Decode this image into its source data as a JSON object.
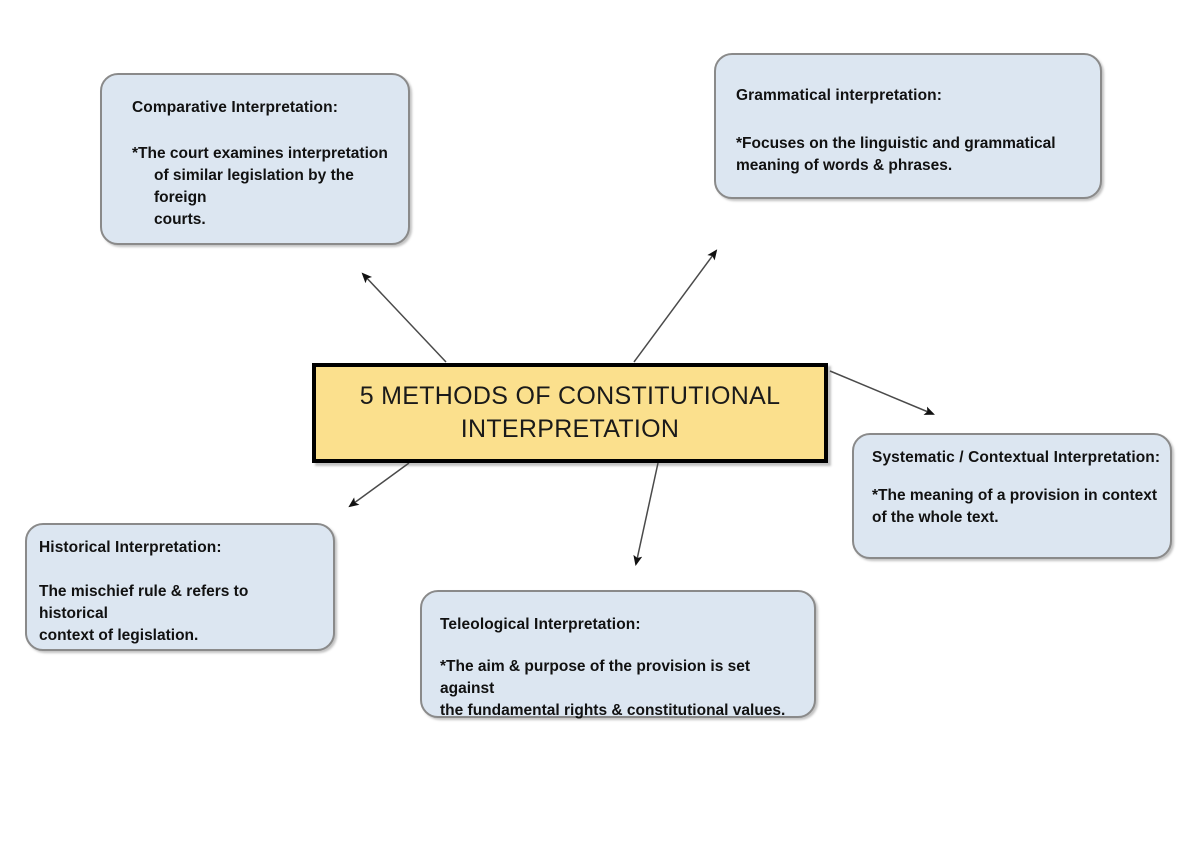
{
  "diagram": {
    "title": "5 METHODS OF CONSTITUTIONAL INTERPRETATION",
    "center": {
      "label": "5 METHODS OF CONSTITUTIONAL INTERPRETATION",
      "fill_color": "#fbe08d",
      "border_color": "#000000"
    },
    "node_fill_color": "#dce6f1",
    "node_border_color": "#8a8a8a",
    "arrow_color": "#3b3b3b",
    "nodes": [
      {
        "id": "comparative",
        "title": "Comparative Interpretation:",
        "body_line1": "*The court examines interpretation",
        "body_line2": "of similar legislation by the foreign",
        "body_line3": "courts."
      },
      {
        "id": "grammatical",
        "title": "Grammatical interpretation:",
        "body_line1": "*Focuses on the linguistic and grammatical",
        "body_line2": "meaning of words & phrases."
      },
      {
        "id": "systematic",
        "title": "Systematic / Contextual Interpretation:",
        "body_line1": "*The meaning of a provision in context",
        "body_line2": "of the whole text."
      },
      {
        "id": "historical",
        "title": "Historical Interpretation:",
        "body_line1": "The mischief rule & refers to historical",
        "body_line2": "context of legislation."
      },
      {
        "id": "teleological",
        "title": "Teleological Interpretation:",
        "body_line1": "*The aim & purpose of the provision is set against",
        "body_line2": "the fundamental rights & constitutional values."
      }
    ],
    "connectors": [
      {
        "from": "center",
        "to": "comparative"
      },
      {
        "from": "center",
        "to": "grammatical"
      },
      {
        "from": "center",
        "to": "systematic"
      },
      {
        "from": "center",
        "to": "historical"
      },
      {
        "from": "center",
        "to": "teleological"
      }
    ]
  }
}
